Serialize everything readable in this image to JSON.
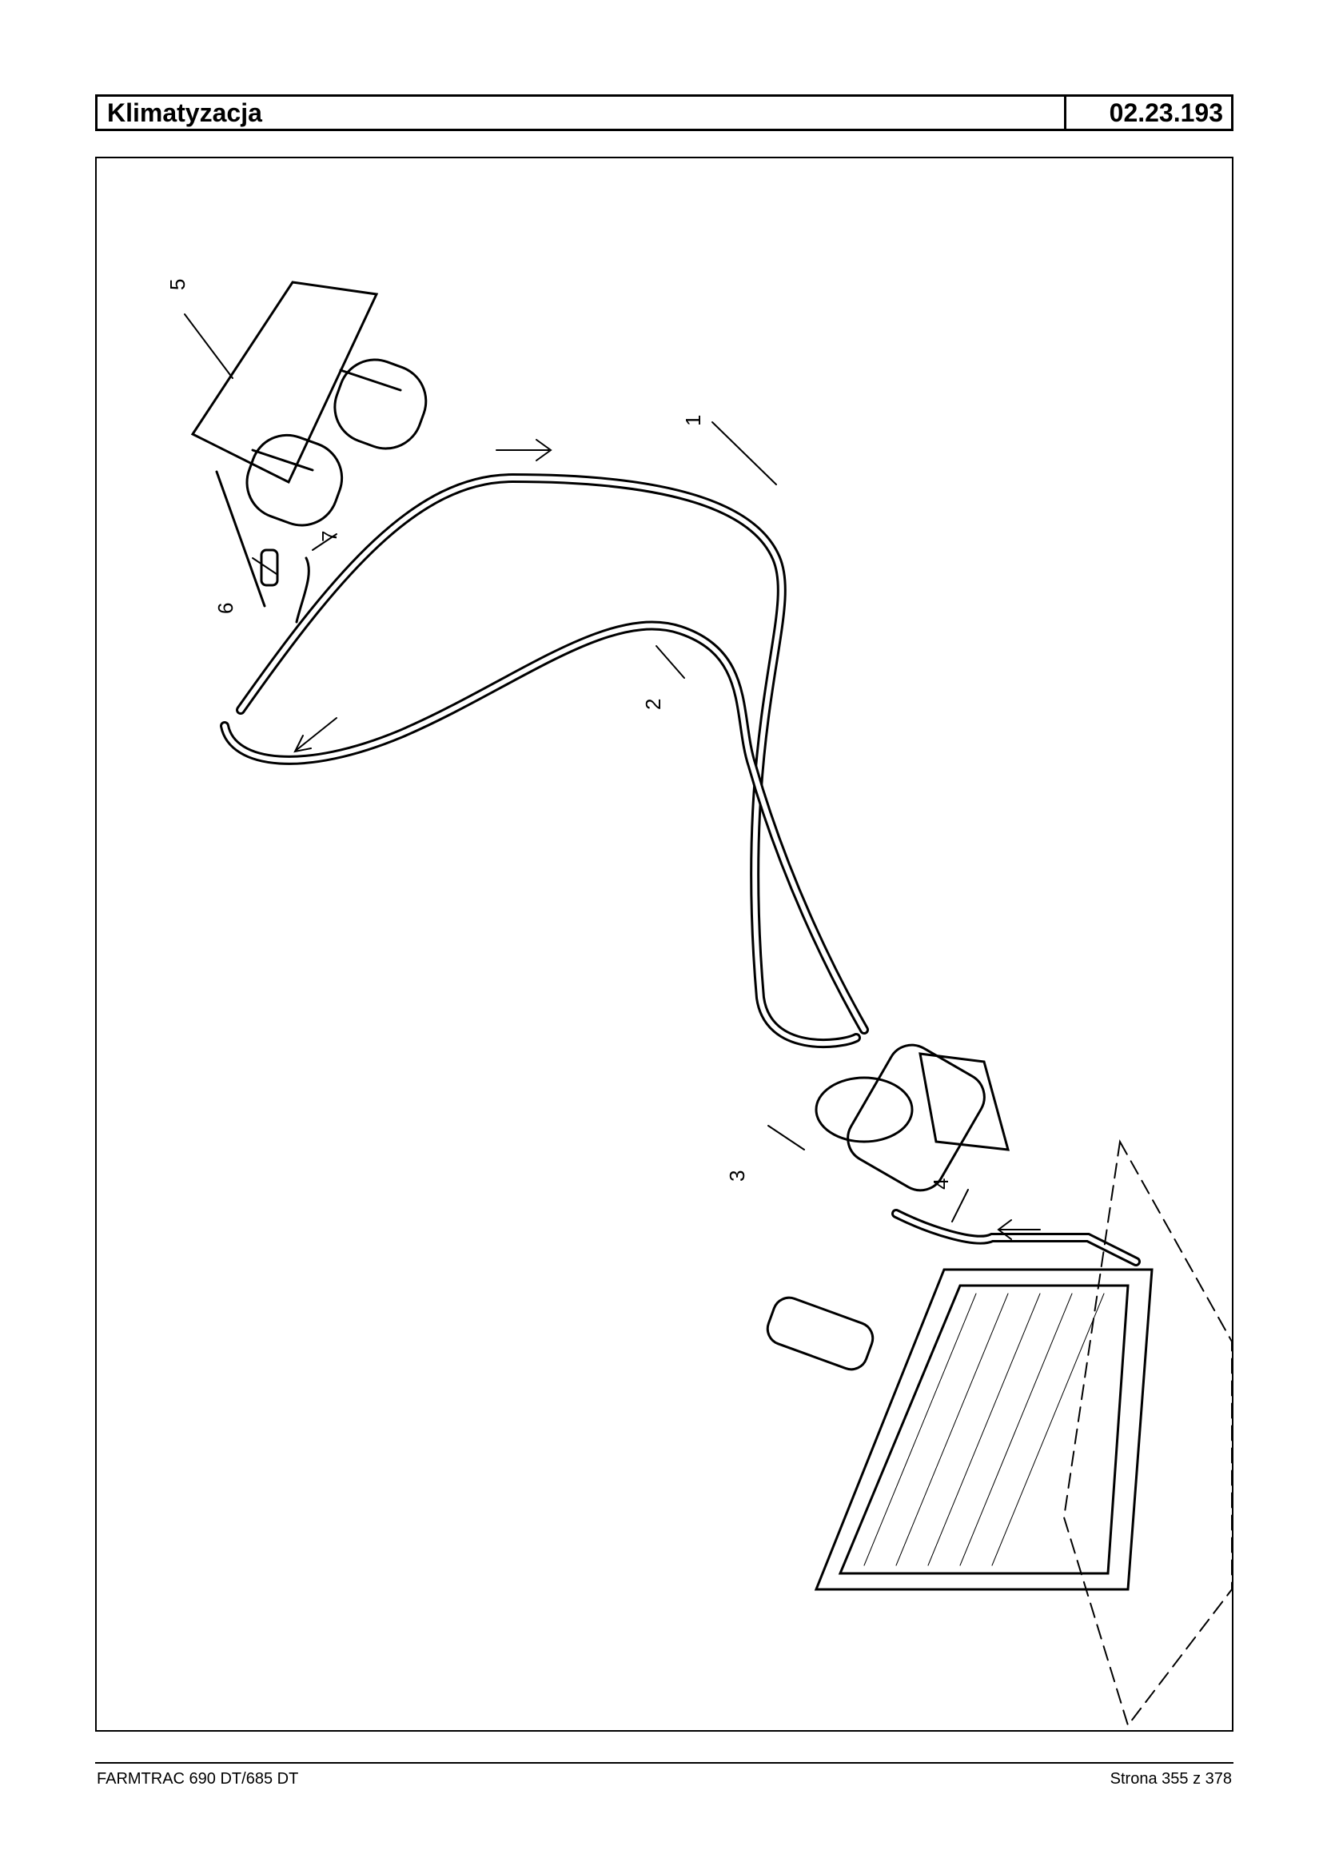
{
  "header": {
    "title": "Klimatyzacja",
    "code": "02.23.193"
  },
  "diagram": {
    "callouts": [
      "1",
      "2",
      "3",
      "4",
      "5",
      "6",
      "7"
    ]
  },
  "footer": {
    "model": "FARMTRAC 690 DT/685 DT",
    "page": "Strona 355 z 378"
  }
}
